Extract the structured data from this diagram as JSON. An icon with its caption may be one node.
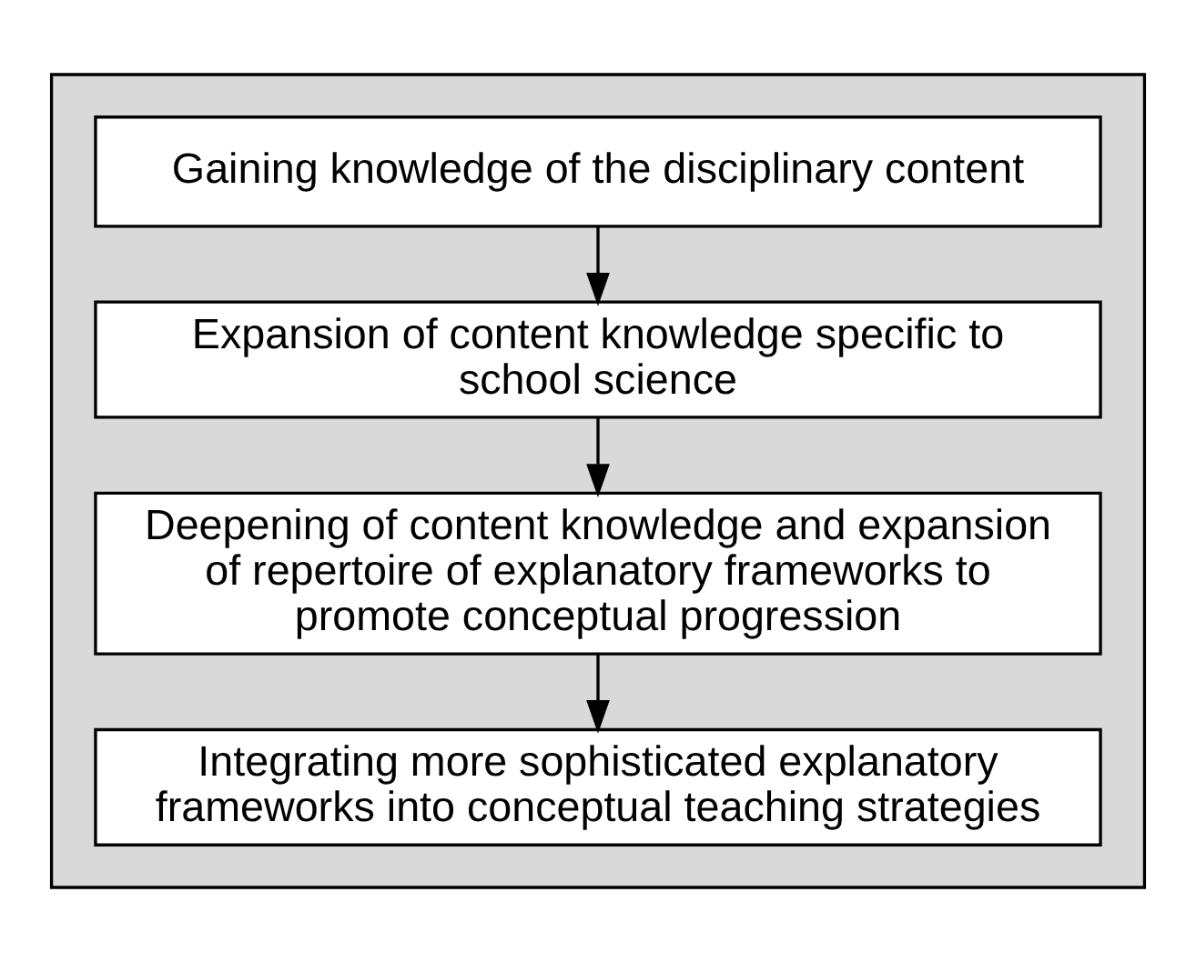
{
  "diagram": {
    "nodes": [
      {
        "text": [],
        "shape": "box"
      },
      {
        "text": [
          "Gaining knowledge of the disciplinary content"
        ],
        "in": 0
      },
      {
        "text": [
          "Expansion of content knowledge specific to school science"
        ],
        "in": 0
      },
      {
        "text": [
          "Deepening of content knowledge and expansion of repertoire of explanatory frameworks to promote conceptual progression"
        ],
        "in": 0
      },
      {
        "text": [
          "Integrating more sophisticated explanatory frameworks into conceptual teaching strategies"
        ],
        "in": 0
      }
    ],
    "edges": [
      {
        "from": 1,
        "to": 2,
        "arrow": "to"
      },
      {
        "from": 2,
        "to": 3,
        "arrow": "to"
      },
      {
        "from": 3,
        "to": 4,
        "arrow": "to"
      }
    ]
  }
}
